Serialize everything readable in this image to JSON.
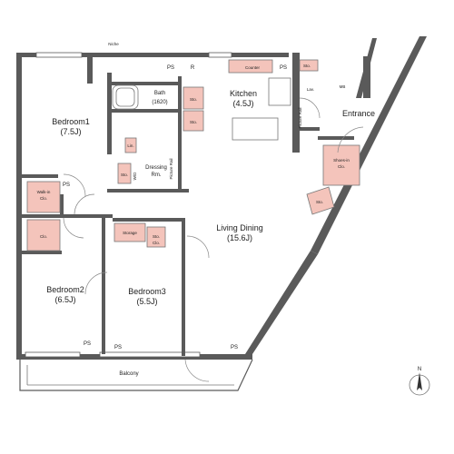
{
  "rooms": {
    "bedroom1": {
      "name": "Bedroom1",
      "size": "(7.5J)"
    },
    "bedroom2": {
      "name": "Bedroom2",
      "size": "(6.5J)"
    },
    "bedroom3": {
      "name": "Bedroom3",
      "size": "(5.5J)"
    },
    "bath": {
      "name": "Bath",
      "size": "(1620)"
    },
    "kitchen": {
      "name": "Kitchen",
      "size": "(4.5J)"
    },
    "living": {
      "name": "Living Dining",
      "size": "(15.6J)"
    },
    "entrance": {
      "name": "Entrance"
    },
    "balcony": {
      "name": "Balcony"
    },
    "dressing": {
      "line1": "Dressing",
      "line2": "Rm."
    }
  },
  "labels": {
    "niche": "Niche",
    "ps": "PS",
    "r": "R",
    "counter": "Counter",
    "sto": "Sto.",
    "lav": "Lav.",
    "mb": "MB",
    "picture_rail": "Picture Rail",
    "shoes_in_1": "Shoes-in",
    "shoes_in_2": "Clo.",
    "walkin_1": "Walk-in",
    "walkin_2": "Clo.",
    "clo": "Clo.",
    "storage": "Storage",
    "lin": "Lin.",
    "wd": "W/D",
    "compass_n": "N"
  }
}
